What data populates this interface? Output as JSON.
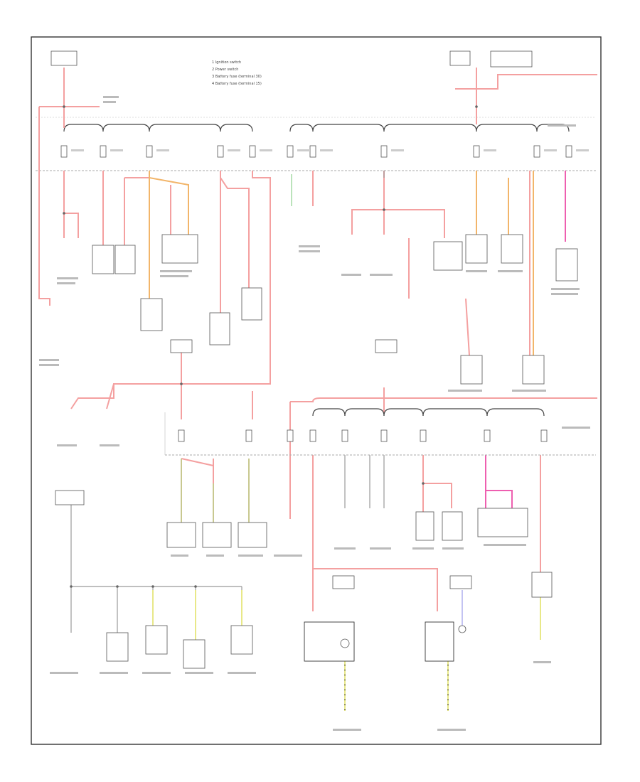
{
  "diagram": {
    "legend": [
      "1  Ignition switch",
      "2  Power switch",
      "3  Battery fuse (terminal 30)",
      "4  Battery fuse (terminal 15)"
    ]
  }
}
